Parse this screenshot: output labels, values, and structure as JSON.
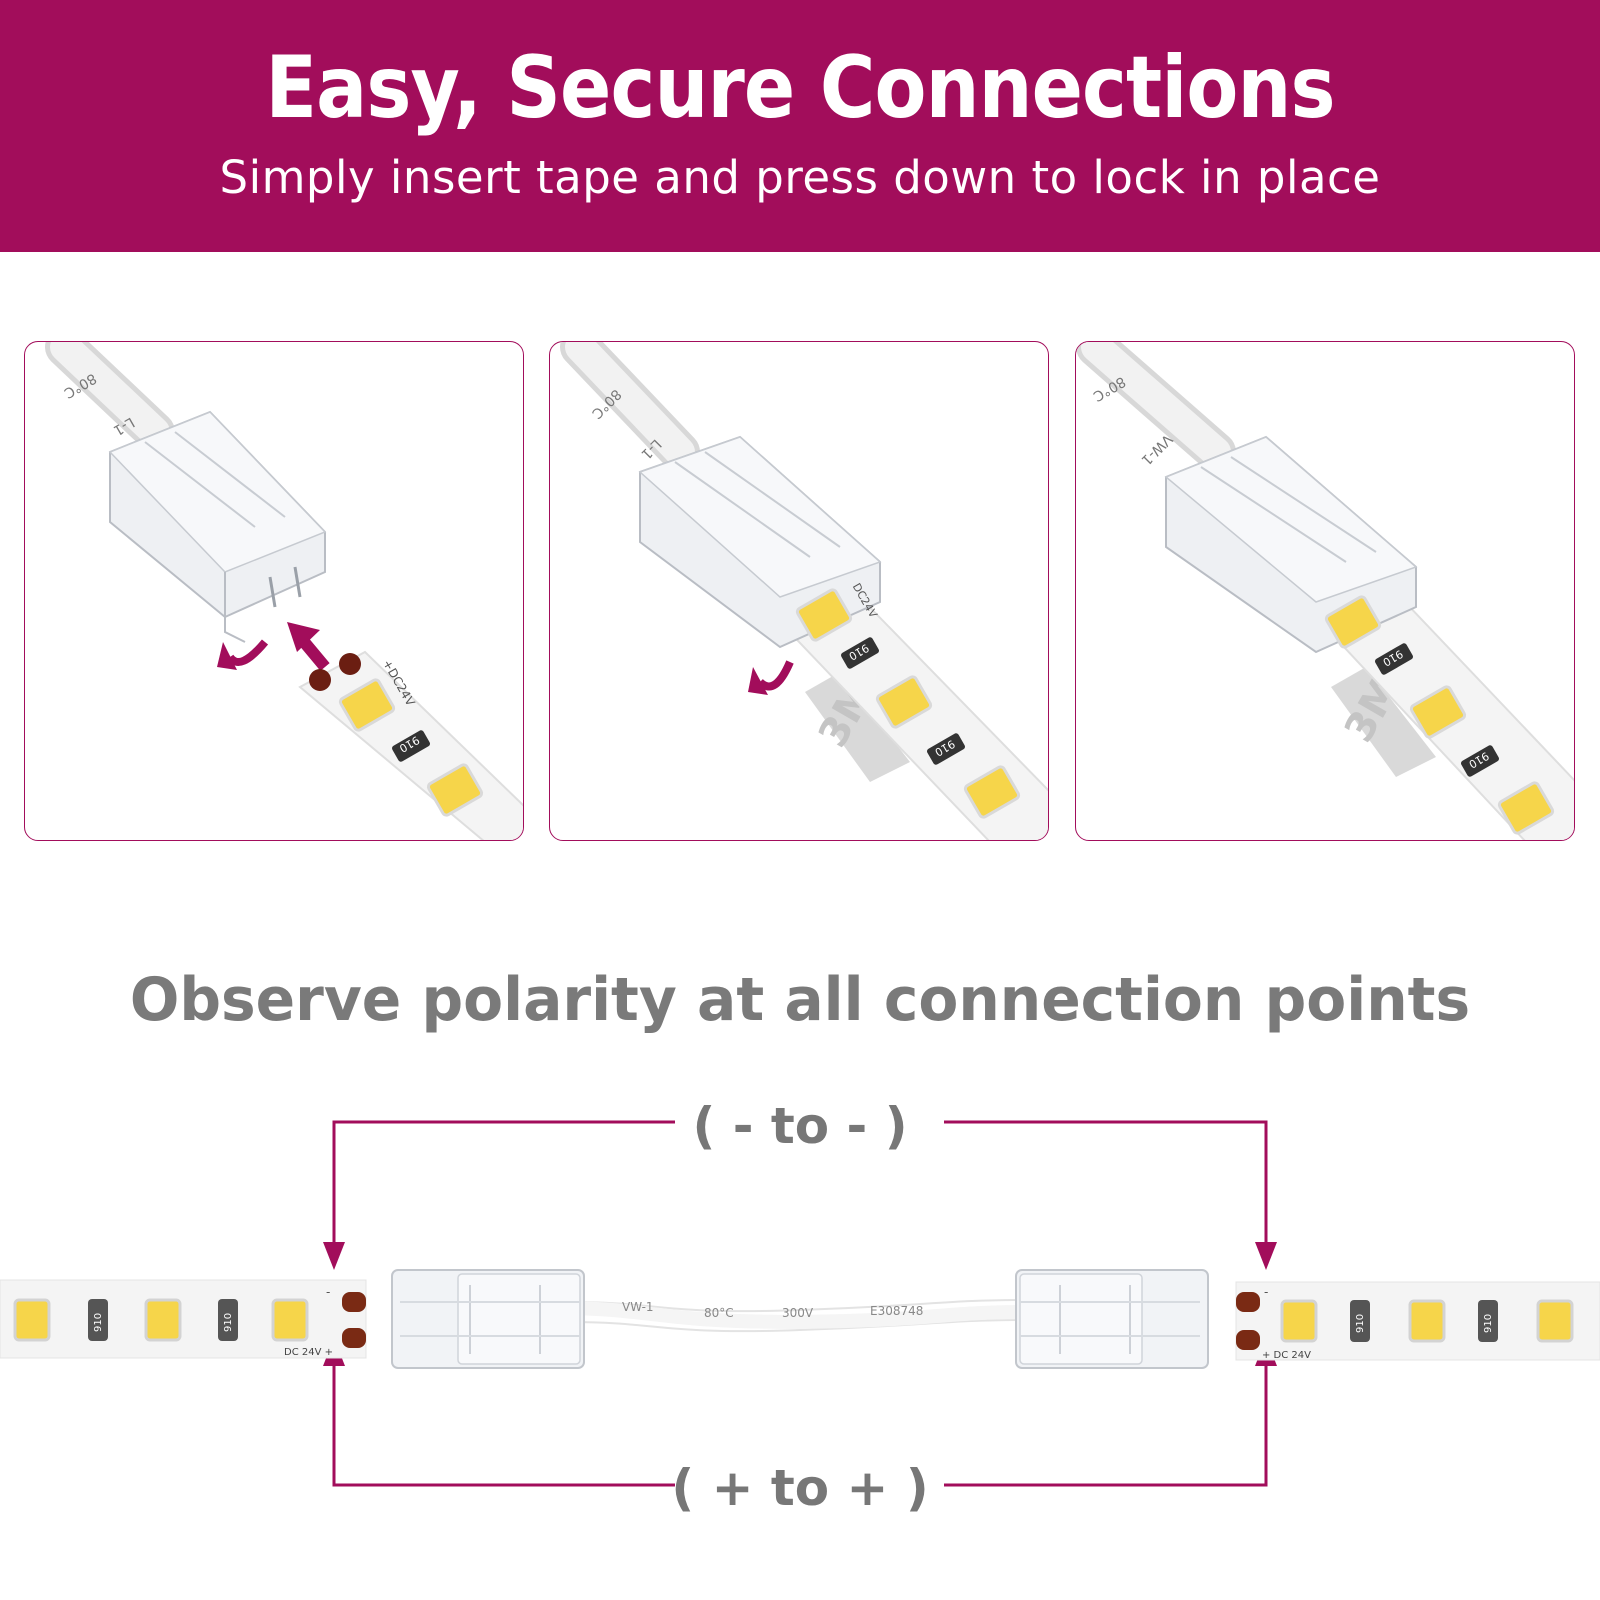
{
  "banner": {
    "title": "Easy, Secure Connections",
    "subtitle": "Simply insert tape and press down to lock in place",
    "color": "#a20d5b"
  },
  "steps": [
    {
      "cable_text": "80°C",
      "wire_text": "L-1",
      "label_dc": "+DC24V",
      "label_minus": "—",
      "resistor": "910"
    },
    {
      "cable_text": "80°C",
      "wire_text": "L-1",
      "label_dc": "DC24V",
      "resistor": "910",
      "tape_brand": "3M"
    },
    {
      "cable_text": "80°C",
      "wire_text": "VW-1",
      "resistor": "910",
      "tape_brand": "3M"
    }
  ],
  "polarity": {
    "heading": "Observe polarity at all connection points",
    "top_label": "( - to - )",
    "bottom_label": "( + to + )",
    "cable_text": [
      "VW-1",
      "80°C",
      "300V",
      "E308748"
    ],
    "left_strip_label": "DC 24V +",
    "right_strip_label": "+ DC 24V",
    "resistor": "910",
    "minus_sign": "-"
  }
}
